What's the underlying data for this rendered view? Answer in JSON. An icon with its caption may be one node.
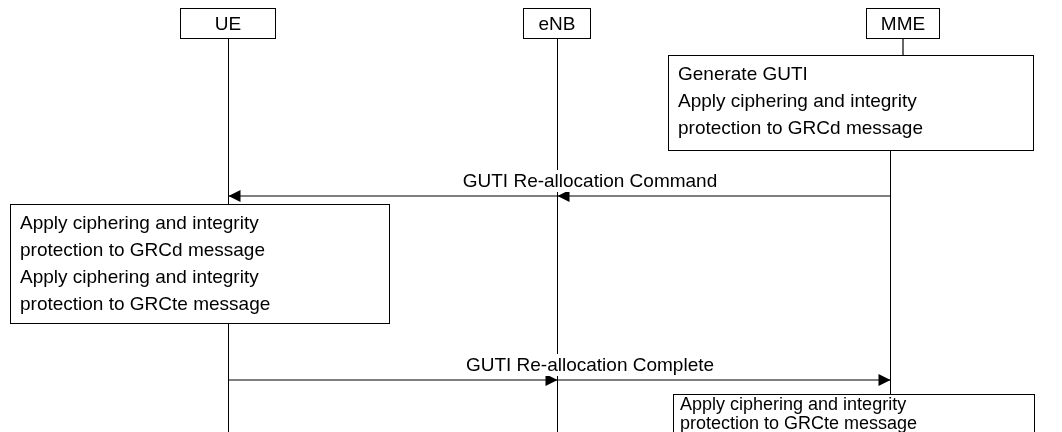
{
  "diagram": {
    "nodes": [
      {
        "text": [
          "UE"
        ]
      },
      {
        "text": [
          "eNB"
        ]
      },
      {
        "text": [
          "MME"
        ]
      },
      {
        "text": [],
        "shape": "line"
      },
      {
        "text": [],
        "shape": "line"
      },
      {
        "text": [],
        "shape": "line"
      },
      {
        "text": [
          "Generate GUTI",
          "Apply ciphering and integrity protection to GRCd message"
        ]
      },
      {
        "text": [
          "Apply ciphering and integrity protection to GRCd message",
          "Apply ciphering and integrity protection to GRCte message"
        ]
      },
      {
        "text": [
          "Apply ciphering and integrity protection to GRCte message"
        ]
      }
    ],
    "edges": [
      {
        "from": 5,
        "to": 4,
        "arrow": "to",
        "label": "GUTI Re-allocation Command"
      },
      {
        "from": 4,
        "to": 3,
        "arrow": "to"
      },
      {
        "from": 3,
        "to": 4,
        "arrow": "to",
        "label": "GUTI Re-allocation Complete"
      },
      {
        "from": 4,
        "to": 5,
        "arrow": "to"
      },
      {
        "from": 2,
        "to": 6,
        "arrow": "none"
      }
    ]
  }
}
